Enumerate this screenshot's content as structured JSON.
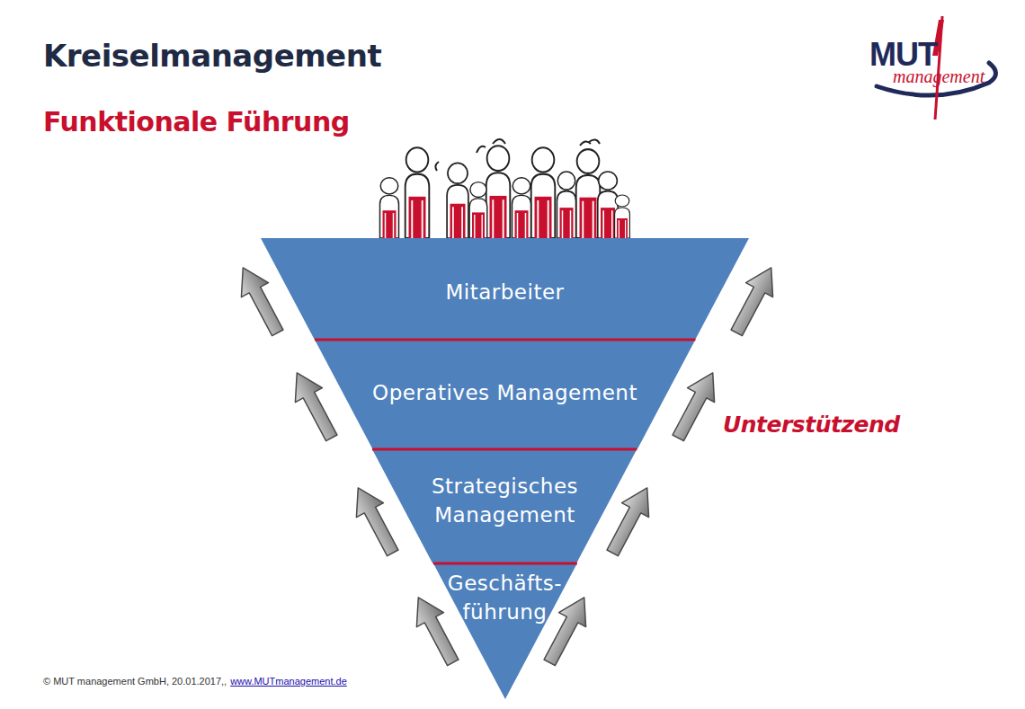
{
  "diagram": {
    "title": "Kreiselmanagement",
    "nodes": [
      {
        "text": [
          "Mitarbeiter"
        ]
      },
      {
        "text": [
          "Operatives Management"
        ]
      },
      {
        "text": [
          "Strategisches Management"
        ]
      },
      {
        "text": [
          "Geschäfts- führung"
        ]
      }
    ],
    "labels": [
      "Funktionale Führung",
      "Unterstützend",
      "MUT",
      "management",
      "© MUT management GmbH, 20.01.2017,,",
      "www.MUTmanagement.de"
    ]
  }
}
